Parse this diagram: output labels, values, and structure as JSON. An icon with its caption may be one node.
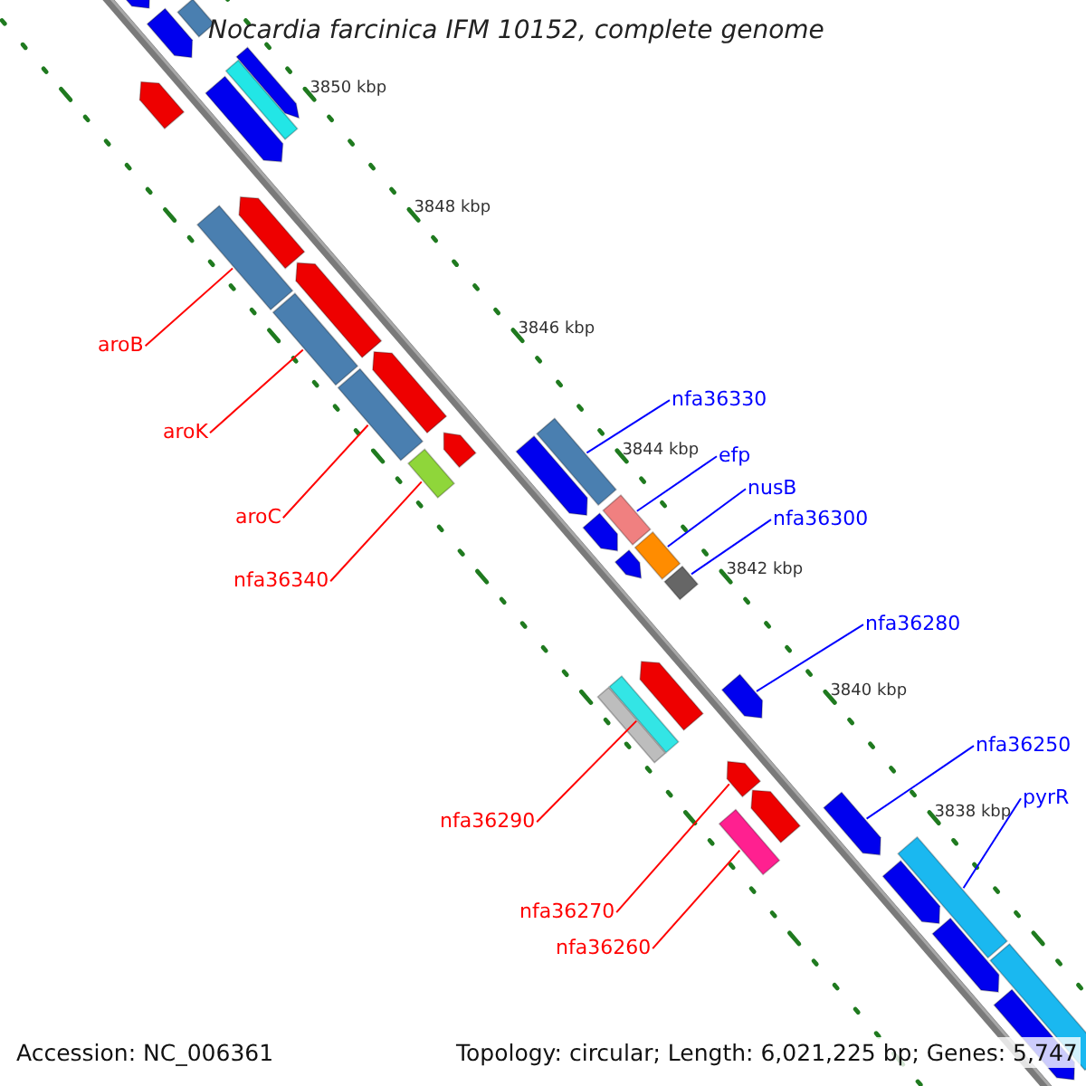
{
  "diagram": {
    "title": "Nocardia farcinica IFM 10152, complete genome",
    "nodes": [
      {
        "text": [
          "aroB"
        ]
      },
      {
        "text": [
          "nfa36330"
        ]
      },
      {
        "text": [
          "aroK"
        ]
      },
      {
        "text": [
          "efp"
        ]
      },
      {
        "text": [
          "nusB"
        ]
      },
      {
        "text": [
          "aroC"
        ]
      },
      {
        "text": [
          "nfa36300"
        ]
      },
      {
        "text": [
          "nfa36340"
        ]
      },
      {
        "text": [
          "nfa36280"
        ]
      },
      {
        "text": [
          "nfa36250"
        ]
      },
      {
        "text": [
          "pyrR"
        ]
      },
      {
        "text": [
          "nfa36290"
        ]
      },
      {
        "text": [
          "nfa36270"
        ]
      },
      {
        "text": [
          "nfa36260"
        ]
      },
      {
        "text": [],
        "shape": "bar"
      },
      {
        "text": [],
        "shape": "bar"
      },
      {
        "text": [],
        "shape": "bar"
      },
      {
        "text": [],
        "shape": "bar"
      },
      {
        "text": [],
        "shape": "bar"
      },
      {
        "text": [],
        "shape": "bar"
      },
      {
        "text": [],
        "shape": "bar"
      },
      {
        "text": [],
        "shape": "bar"
      },
      {
        "text": [],
        "shape": "pentagon"
      },
      {
        "text": [],
        "shape": "pentagon"
      },
      {
        "text": [],
        "shape": "bar"
      },
      {
        "text": [],
        "shape": "bar"
      },
      {
        "text": [],
        "shape": "pentagon"
      },
      {
        "text": [],
        "shape": "bar"
      },
      {
        "text": [],
        "shape": "pentagon"
      },
      {
        "text": [],
        "shape": "bar"
      },
      {
        "text": [],
        "shape": "pentagon"
      },
      {
        "text": [],
        "shape": "pentagon"
      },
      {
        "text": [],
        "shape": "pentagon"
      },
      {
        "text": [],
        "shape": "bar"
      },
      {
        "text": [],
        "shape": "pentagon"
      },
      {
        "text": [],
        "shape": "pentagon"
      },
      {
        "text": [],
        "shape": "pentagon"
      },
      {
        "text": [],
        "shape": "pentagon"
      },
      {
        "text": [],
        "shape": "pentagon"
      },
      {
        "text": [],
        "shape": "pentagon"
      },
      {
        "text": [],
        "shape": "pentagon"
      },
      {
        "text": [],
        "shape": "pentagon"
      },
      {
        "text": [],
        "shape": "pentagon"
      },
      {
        "text": [],
        "shape": "bar"
      },
      {
        "text": [],
        "shape": "pentagon"
      },
      {
        "text": [],
        "shape": "pentagon"
      },
      {
        "text": [],
        "shape": "pentagon"
      },
      {
        "text": [],
        "shape": "pentagon"
      },
      {
        "text": [],
        "shape": "bar"
      }
    ],
    "edges": [
      {
        "from": 0,
        "to": 14,
        "arrow": "none",
        "color": "#ff0000"
      },
      {
        "from": 1,
        "to": 15,
        "arrow": "none",
        "color": "#0000ff"
      },
      {
        "from": 2,
        "to": 16,
        "arrow": "none",
        "color": "#ff0000"
      },
      {
        "from": 3,
        "to": 17,
        "arrow": "none",
        "color": "#0000ff"
      },
      {
        "from": 4,
        "to": 18,
        "arrow": "none",
        "color": "#0000ff"
      },
      {
        "from": 5,
        "to": 19,
        "arrow": "none",
        "color": "#ff0000"
      },
      {
        "from": 6,
        "to": 20,
        "arrow": "none",
        "color": "#0000ff"
      },
      {
        "from": 7,
        "to": 21,
        "arrow": "none",
        "color": "#ff0000"
      },
      {
        "from": 8,
        "to": 22,
        "arrow": "none",
        "color": "#0000ff"
      },
      {
        "from": 9,
        "to": 23,
        "arrow": "none",
        "color": "#0000ff"
      },
      {
        "from": 10,
        "to": 24,
        "arrow": "none",
        "color": "#0000ff"
      },
      {
        "from": 11,
        "to": 25,
        "arrow": "none",
        "color": "#ff0000"
      },
      {
        "from": 12,
        "to": 26,
        "arrow": "none",
        "color": "#ff0000"
      },
      {
        "from": 13,
        "to": 27,
        "arrow": "none",
        "color": "#ff0000"
      }
    ],
    "labels": [
      "3850 kbp",
      "3848 kbp",
      "3846 kbp",
      "3844 kbp",
      "3842 kbp",
      "3840 kbp",
      "3838 kbp",
      "Accession: NC_006361",
      "Topology: circular; Length: 6,021,225 bp; Genes: 5,747"
    ]
  }
}
